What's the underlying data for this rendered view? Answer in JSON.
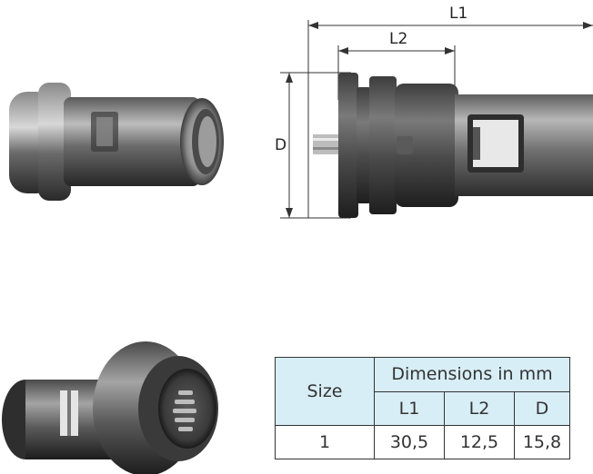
{
  "drawing": {
    "dim_l1": "L1",
    "dim_l2": "L2",
    "dim_d": "D"
  },
  "table": {
    "size_header": "Size",
    "dimensions_header": "Dimensions in mm",
    "columns": [
      "L1",
      "L2",
      "D"
    ],
    "rows": [
      {
        "size": "1",
        "l1": "30,5",
        "l2": "12,5",
        "d": "15,8"
      }
    ]
  }
}
